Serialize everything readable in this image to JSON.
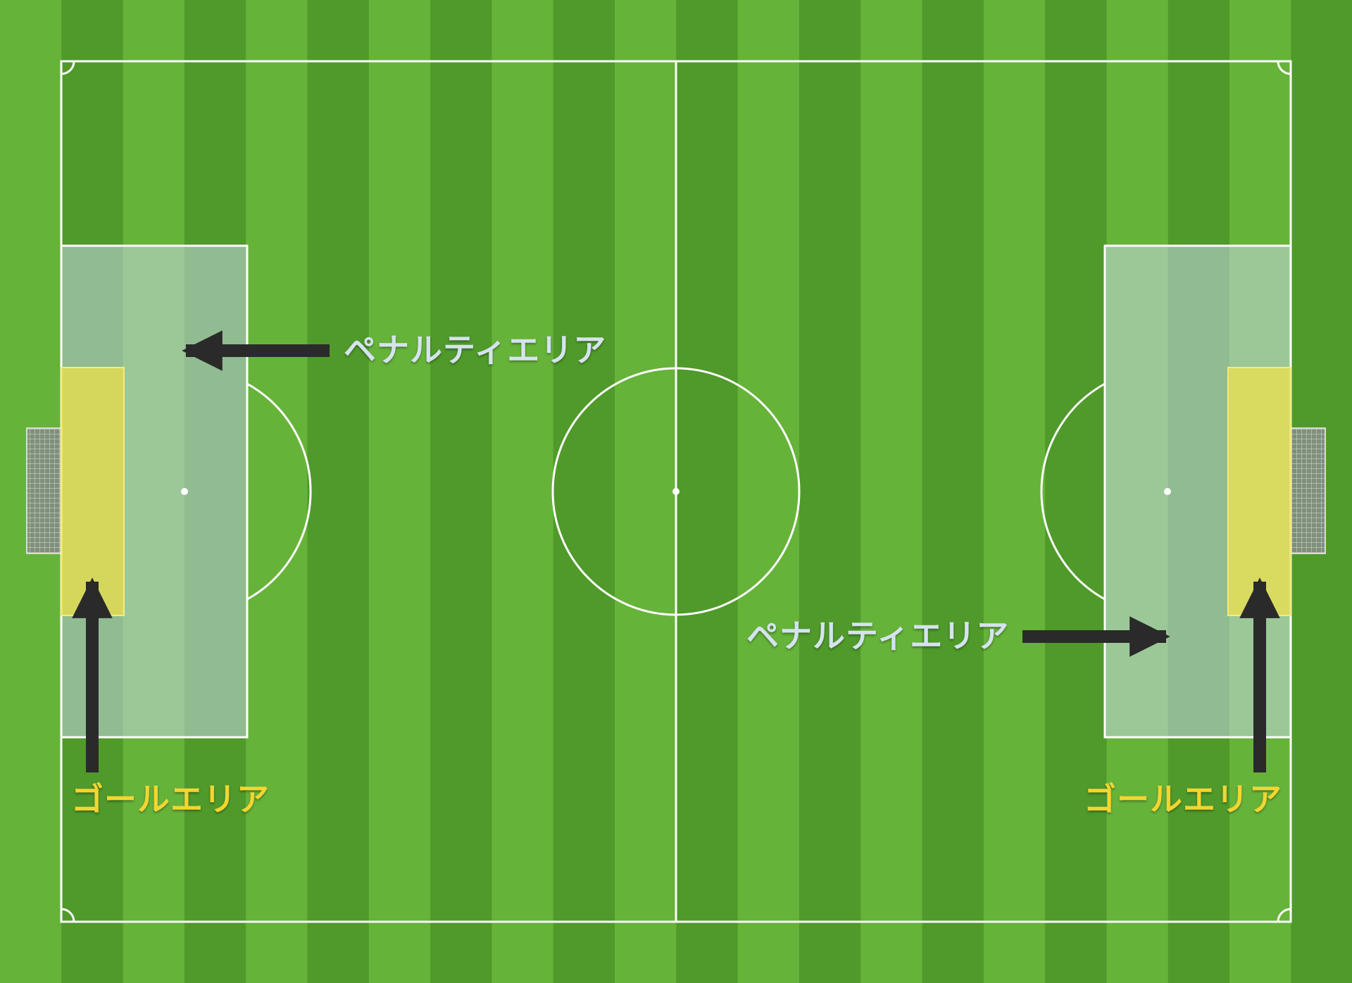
{
  "labels": {
    "penalty_area_left": "ペナルティエリア",
    "penalty_area_right": "ペナルティエリア",
    "goal_area_left": "ゴールエリア",
    "goal_area_right": "ゴールエリア"
  },
  "colors": {
    "grass_light": "#66b33a",
    "grass_dark": "#4f9a2a",
    "line": "#ffffff",
    "penalty_fill": "#c9d9e6",
    "goal_fill": "#f0e24a",
    "arrow": "#2a2a2a",
    "penalty_text": "#d5e3ef",
    "goal_text": "#f4d531"
  }
}
